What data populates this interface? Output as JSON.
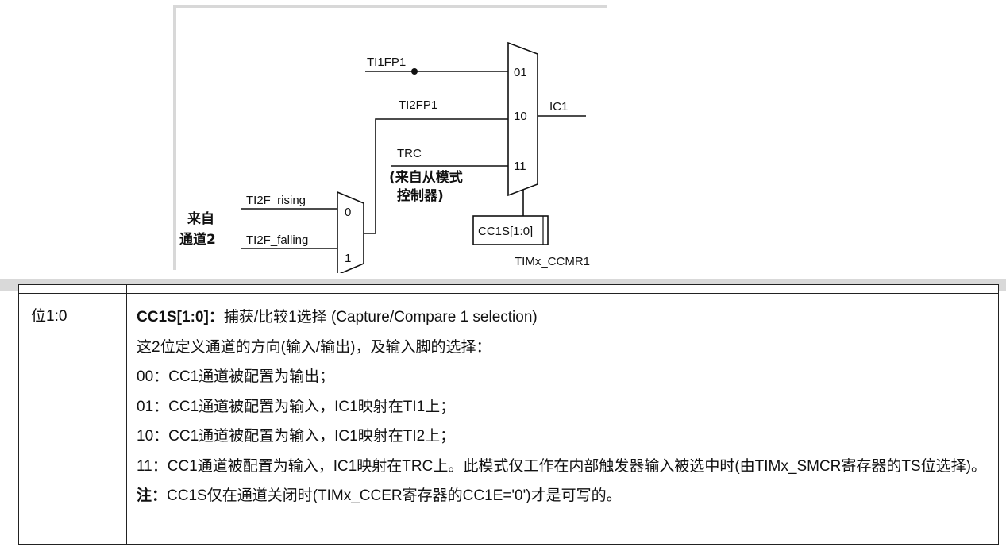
{
  "diagram": {
    "input_ti1fp1": "TI1FP1",
    "input_ti2fp1": "TI2FP1",
    "input_trc": "TRC",
    "trc_note_line1": "(来自从模式",
    "trc_note_line2": "控制器)",
    "source_line1": "来自",
    "source_line2": "通道2",
    "ti2f_rising": "TI2F_rising",
    "ti2f_falling": "TI2F_falling",
    "mux_small_in0": "0",
    "mux_small_in1": "1",
    "mux_in_01": "01",
    "mux_in_10": "10",
    "mux_in_11": "11",
    "output_ic1": "IC1",
    "select_box": "CC1S[1:0]",
    "register_name": "TIMx_CCMR1"
  },
  "table": {
    "bit_label": "位1:0",
    "field_name": "CC1S[1:0]",
    "field_sep": "：",
    "field_desc": "捕获/比较1选择 (Capture/Compare 1 selection)",
    "intro": "这2位定义通道的方向(输入/输出)，及输入脚的选择：",
    "opt_00": "00：CC1通道被配置为输出；",
    "opt_01": "01：CC1通道被配置为输入，IC1映射在TI1上；",
    "opt_10": "10：CC1通道被配置为输入，IC1映射在TI2上；",
    "opt_11": "11：CC1通道被配置为输入，IC1映射在TRC上。此模式仅工作在内部触发器输入被选中时(由TIMx_SMCR寄存器的TS位选择)。",
    "note_label": "注：",
    "note_text": "CC1S仅在通道关闭时(TIMx_CCER寄存器的CC1E='0')才是可写的。"
  }
}
